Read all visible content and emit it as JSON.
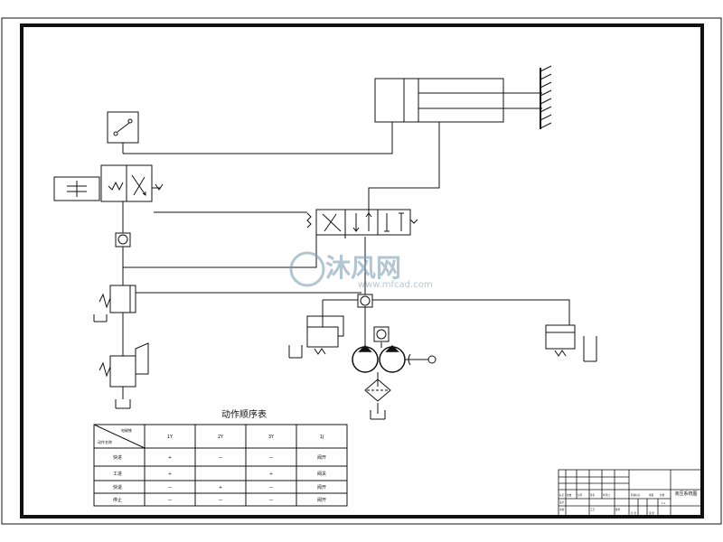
{
  "table": {
    "title": "动作顺序表",
    "corner_top": "电磁铁",
    "corner_bottom": "动作名称",
    "headers": [
      "1Y",
      "2Y",
      "3Y",
      "1J"
    ],
    "rows": [
      {
        "name": "快进",
        "cells": [
          "+",
          "—",
          "—",
          "阀开"
        ]
      },
      {
        "name": "工进",
        "cells": [
          "+",
          "",
          "+",
          "阀关"
        ]
      },
      {
        "name": "快退",
        "cells": [
          "—",
          "+",
          "—",
          "阀开"
        ]
      },
      {
        "name": "停止",
        "cells": [
          "—",
          "—",
          "—",
          "阀开"
        ]
      }
    ]
  },
  "title_block": {
    "drawing_name": "液压系统图",
    "cells": [
      "标记",
      "处数",
      "分区",
      "签名",
      "年月日",
      "设计",
      "审核",
      "工艺",
      "批准",
      "阶段标记",
      "重量",
      "比例",
      "共 张",
      "第 张",
      "1:1"
    ]
  },
  "watermark": {
    "brand": "沐风网",
    "url": "www.mfcad.com",
    "color": "#7f9fb6"
  },
  "colors": {
    "ink": "#111111",
    "paper": "#ffffff"
  }
}
